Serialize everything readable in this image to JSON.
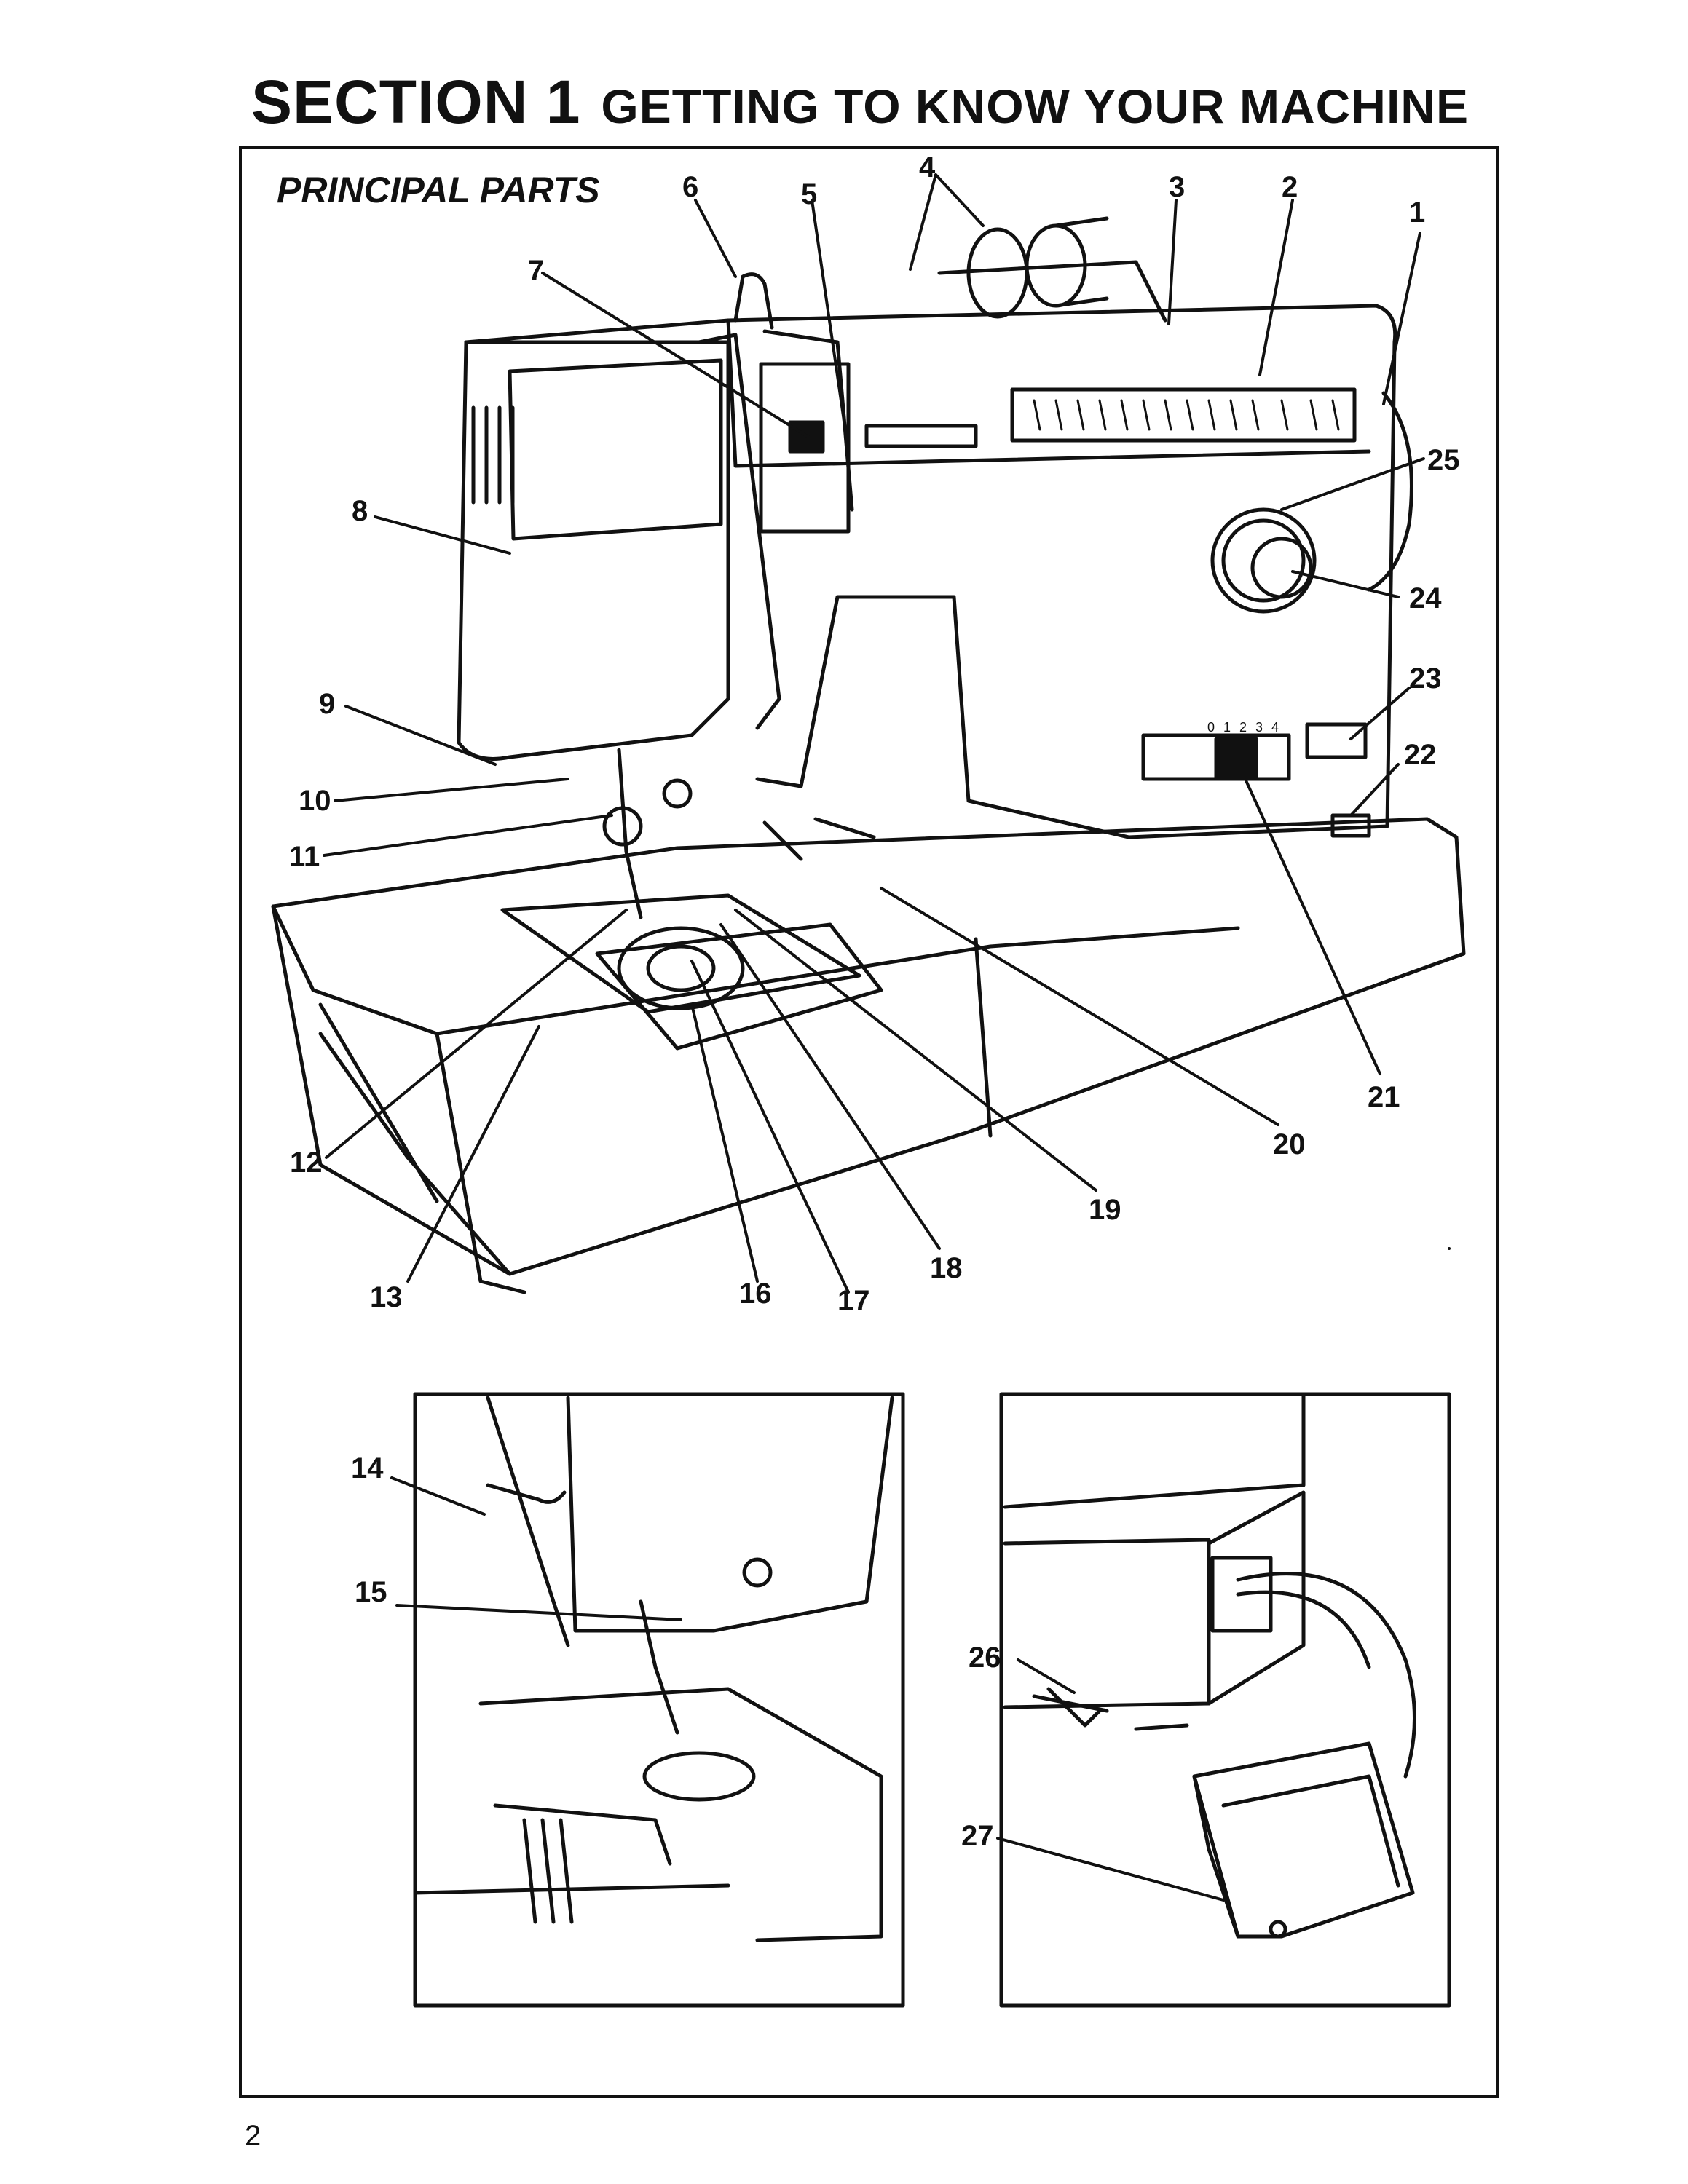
{
  "header": {
    "section": "SECTION 1",
    "subtitle": "GETTING TO KNOW YOUR MACHINE"
  },
  "figure": {
    "heading": "PRINCIPAL PARTS",
    "callouts": [
      "1",
      "2",
      "3",
      "4",
      "5",
      "6",
      "7",
      "8",
      "9",
      "10",
      "11",
      "12",
      "13",
      "14",
      "15",
      "16",
      "17",
      "18",
      "19",
      "20",
      "21",
      "22",
      "23",
      "24",
      "25",
      "26",
      "27"
    ],
    "stitch_dial_marks": [
      "0",
      "1",
      "2",
      "3",
      "4"
    ]
  },
  "footer": {
    "page_number": "2"
  }
}
